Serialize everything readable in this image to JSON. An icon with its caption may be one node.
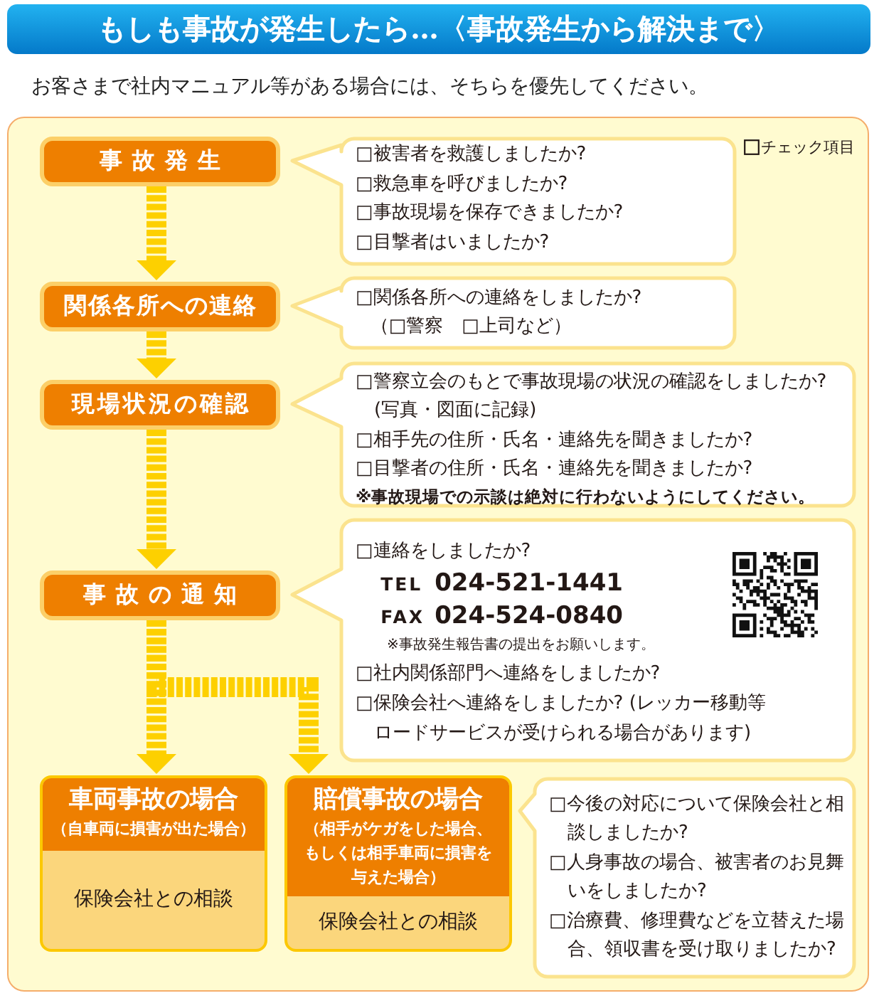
{
  "diagram": {
    "title": "もしも事故が発生したら…〈事故発生から解決まで〉",
    "nodes": [
      {
        "text": [
          "事故発生"
        ]
      },
      {
        "text": [
          "□被害者を救護しましたか?",
          "□救急車を呼びましたか?",
          "□事故現場を保存できましたか?",
          "□目撃者はいましたか?"
        ]
      },
      {
        "text": [
          "関係各所への連絡"
        ]
      },
      {
        "text": [
          "□関係各所への連絡をしましたか?",
          "（□警察　□上司など）"
        ]
      },
      {
        "text": [
          "現場状況の確認"
        ]
      },
      {
        "text": [
          "□警察立会のもとで事故現場の状況の確認をしましたか?",
          "(写真・図面に記録)",
          "□相手先の住所・氏名・連絡先を聞きましたか?",
          "□目撃者の住所・氏名・連絡先を聞きましたか?",
          "※事故現場での示談は絶対に行わないようにしてください。"
        ]
      },
      {
        "text": [
          "事故の通知"
        ]
      },
      {
        "text": [
          "□連絡をしましたか?",
          "TEL",
          "024-521-1441",
          "FAX",
          "024-524-0840",
          "※事故発生報告書の提出をお願いします。",
          "□社内関係部門へ連絡をしましたか?",
          "□保険会社へ連絡をしましたか? (レッカー移動等ロードサービスが受けられる場合があります)"
        ]
      },
      {
        "text": [
          "車両事故の場合",
          "（自車両に損害が出た場合）",
          "保険会社との相談"
        ]
      },
      {
        "text": [
          "賠償事故の場合",
          "（相手がケガをした場合、もしくは相手車両に損害を与えた場合）",
          "保険会社との相談"
        ]
      },
      {
        "text": [
          "□今後の対応について保険会社と相談しましたか?",
          "□人身事故の場合、被害者のお見舞いをしましたか?",
          "□治療費、修理費などを立替えた場合、領収書を受け取りましたか?"
        ]
      }
    ],
    "edges": [
      {
        "from": 0,
        "to": 2,
        "arrow": "to"
      },
      {
        "from": 2,
        "to": 4,
        "arrow": "to"
      },
      {
        "from": 4,
        "to": 6,
        "arrow": "to"
      },
      {
        "from": 6,
        "to": 8,
        "arrow": "to"
      },
      {
        "from": 6,
        "to": 9,
        "arrow": "to"
      }
    ],
    "labels": [
      "お客さまで社内マニュアル等がある場合には、そちらを優先してください。"
    ],
    "legend": [
      {
        "text": "チェック項目"
      }
    ]
  }
}
